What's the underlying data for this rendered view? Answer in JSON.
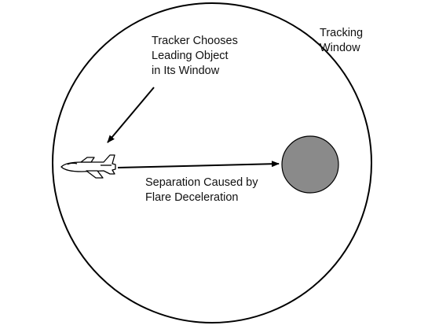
{
  "labels": {
    "window": [
      "Tracking",
      "Window"
    ],
    "tracker": [
      "Tracker Chooses",
      "Leading Object",
      "in Its Window"
    ],
    "separation": [
      "Separation Caused by",
      "Flare Deceleration"
    ]
  },
  "colors": {
    "outline": "#000000",
    "flare_fill": "#8a8a8a",
    "background": "#ffffff",
    "text": "#111111"
  },
  "icons": {
    "aircraft": "aircraft-icon",
    "flare": "flare-circle"
  }
}
